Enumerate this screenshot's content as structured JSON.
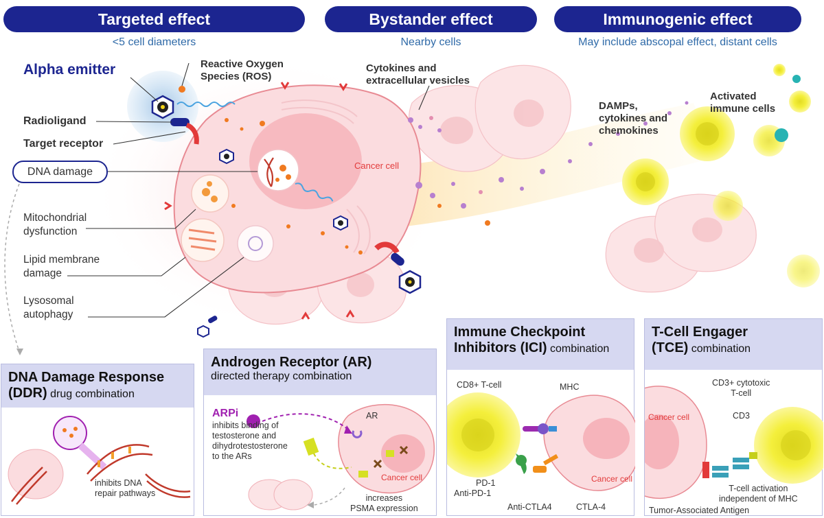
{
  "headers": [
    {
      "title": "Targeted effect",
      "subtitle": "<5 cell diameters"
    },
    {
      "title": "Bystander effect",
      "subtitle": "Nearby cells"
    },
    {
      "title": "Immunogenic effect",
      "subtitle": "May include abscopal effect, distant cells"
    }
  ],
  "left_labels": {
    "alpha_emitter": "Alpha emitter",
    "radioligand": "Radioligand",
    "target_receptor": "Target receptor",
    "dna_damage": "DNA damage",
    "mito_1": "Mitochondrial",
    "mito_2": "dysfunction",
    "lipid_1": "Lipid membrane",
    "lipid_2": "damage",
    "lyso_1": "Lysosomal",
    "lyso_2": "autophagy"
  },
  "top_labels": {
    "ros_1": "Reactive Oxygen",
    "ros_2": "Species (ROS)",
    "cyto_1": "Cytokines and",
    "cyto_2": "extracellular vesicles",
    "cancer_cell": "Cancer cell",
    "damps_1": "DAMPs,",
    "damps_2": "cytokines and",
    "damps_3": "chemokines",
    "activated_1": "Activated",
    "activated_2": "immune cells"
  },
  "panels": {
    "ddr": {
      "title_bold": "DNA Damage Response",
      "title_bold2": "(DDR)",
      "title_rest": " drug combination",
      "note_1": "inhibits DNA",
      "note_2": "repair pathways"
    },
    "ar": {
      "title_bold": "Androgen Receptor (AR)",
      "title_rest": "directed therapy combination",
      "arpi": "ARPi",
      "arpi_1": "inhibits binding of",
      "arpi_2": "testosterone and",
      "arpi_3": "dihydrotestosterone",
      "arpi_4": "to the ARs",
      "ar_label": "AR",
      "cancer_cell": "Cancer cell",
      "psma_1": "increases",
      "psma_2": "PSMA expression"
    },
    "ici": {
      "title_1": "Immune Checkpoint",
      "title_2": "Inhibitors (ICI)",
      "title_rest": " combination",
      "cd8": "CD8+ T-cell",
      "mhc": "MHC",
      "pd1": "PD-1",
      "anti_pd1": "Anti-PD-1",
      "anti_ctla4": "Anti-CTLA4",
      "ctla4": "CTLA-4",
      "cancer_cell": "Cancer cell"
    },
    "tce": {
      "title_1": "T-Cell Engager",
      "title_2": "(TCE)",
      "title_rest": " combination",
      "cd3_cyto_1": "CD3+ cytotoxic",
      "cd3_cyto_2": "T-cell",
      "cd3": "CD3",
      "cancer_cell": "Cancer cell",
      "activation_1": "T-cell activation",
      "activation_2": "independent of MHC",
      "taa": "Tumor-Associated Antigen"
    }
  },
  "colors": {
    "header_navy": "#1c2590",
    "subtitle_blue": "#2f6aa8",
    "cancer_cell_fill": "#f9d3d6",
    "cancer_cell_edge": "#e88a93",
    "tcell_yellow": "#f7f03a",
    "panel_header": "#d6d8f1",
    "arpi_purple": "#a020b0",
    "cancer_text_red": "#e23a3a"
  }
}
